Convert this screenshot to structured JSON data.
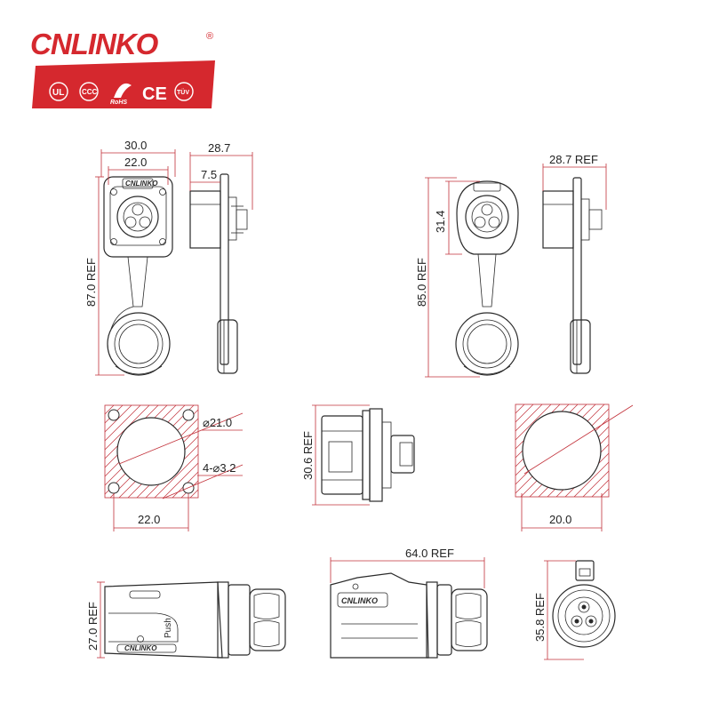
{
  "logo": {
    "brand": "CNLINKO",
    "registered": "®",
    "cert_marks": [
      "UL",
      "CCC",
      "RoHS",
      "CE",
      "TÜV"
    ],
    "accent_color": "#d5282e",
    "logo_text_on_mark": "CNLINKO"
  },
  "dimensions": {
    "socket_front_outer_width": "30.0",
    "socket_front_inner_width": "22.0",
    "socket_side_depth": "28.7",
    "socket_side_flange": "7.5",
    "socket_length": "87.0 REF",
    "round_socket_side_depth": "28.7 REF",
    "round_socket_flange": "31.4",
    "round_socket_length": "85.0 REF",
    "square_cutout_hole": "⌀21.0",
    "square_cutout_mount_holes": "4-⌀3.2",
    "square_cutout_width": "22.0",
    "panel_height": "30.6 REF",
    "round_cutout_width": "20.0",
    "plug_height": "27.0 REF",
    "plug_length": "64.0 REF",
    "plug_face_diameter": "35.8 REF"
  },
  "labels": {
    "push": "Push"
  },
  "colors": {
    "dimension_line": "#c2313a",
    "outline": "#2a2a2a"
  }
}
